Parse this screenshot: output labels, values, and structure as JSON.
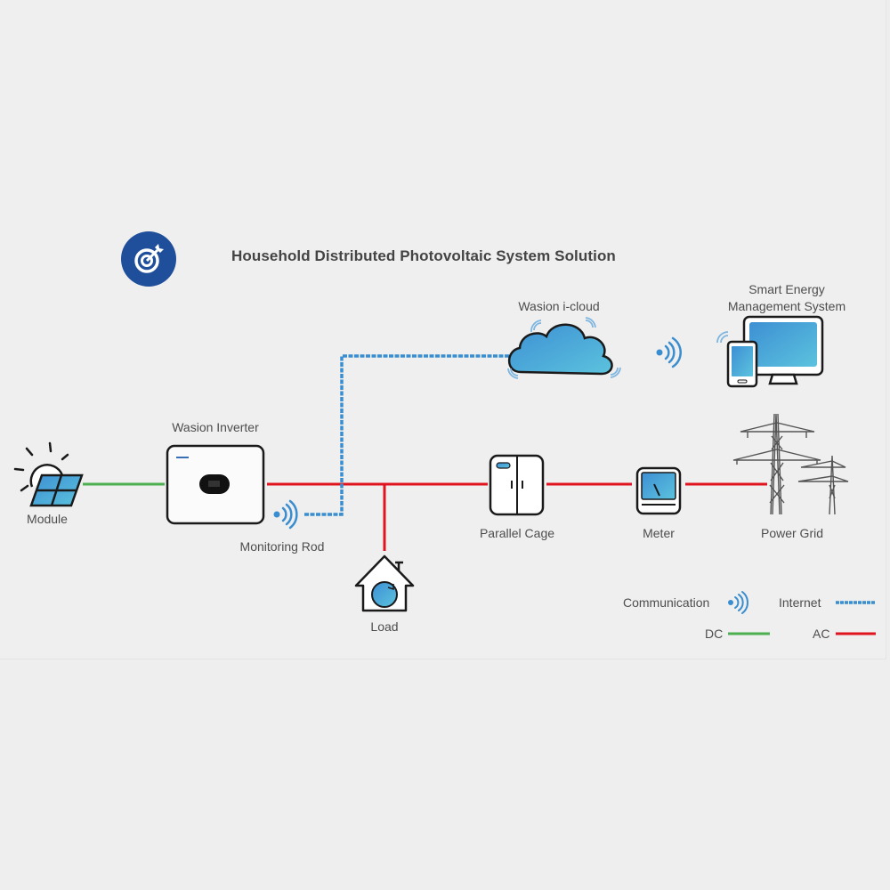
{
  "title": "Household Distributed Photovoltaic System Solution",
  "badge_icon": "target-icon",
  "colors": {
    "badge": "#1f4e9b",
    "dc": "#4caf50",
    "ac": "#e0141e",
    "internet": "#3a8ed0",
    "communication": "#3a8ed0"
  },
  "nodes": {
    "module": {
      "label": "Module",
      "icon": "solar-panel-icon"
    },
    "inverter": {
      "label": "Wasion Inverter",
      "icon": "inverter-icon"
    },
    "monitoring_rod": {
      "label": "Monitoring Rod",
      "icon": "wifi-signal-icon"
    },
    "cloud": {
      "label": "Wasion i-cloud",
      "icon": "cloud-icon"
    },
    "sems": {
      "label_line1": "Smart Energy",
      "label_line2": "Management System",
      "icon": "devices-icon"
    },
    "load": {
      "label": "Load",
      "icon": "house-icon"
    },
    "parallel_cage": {
      "label": "Parallel Cage",
      "icon": "cabinet-icon"
    },
    "meter": {
      "label": "Meter",
      "icon": "meter-icon"
    },
    "power_grid": {
      "label": "Power Grid",
      "icon": "pylon-icon"
    }
  },
  "legend": {
    "communication": "Communication",
    "internet": "Internet",
    "dc": "DC",
    "ac": "AC"
  }
}
